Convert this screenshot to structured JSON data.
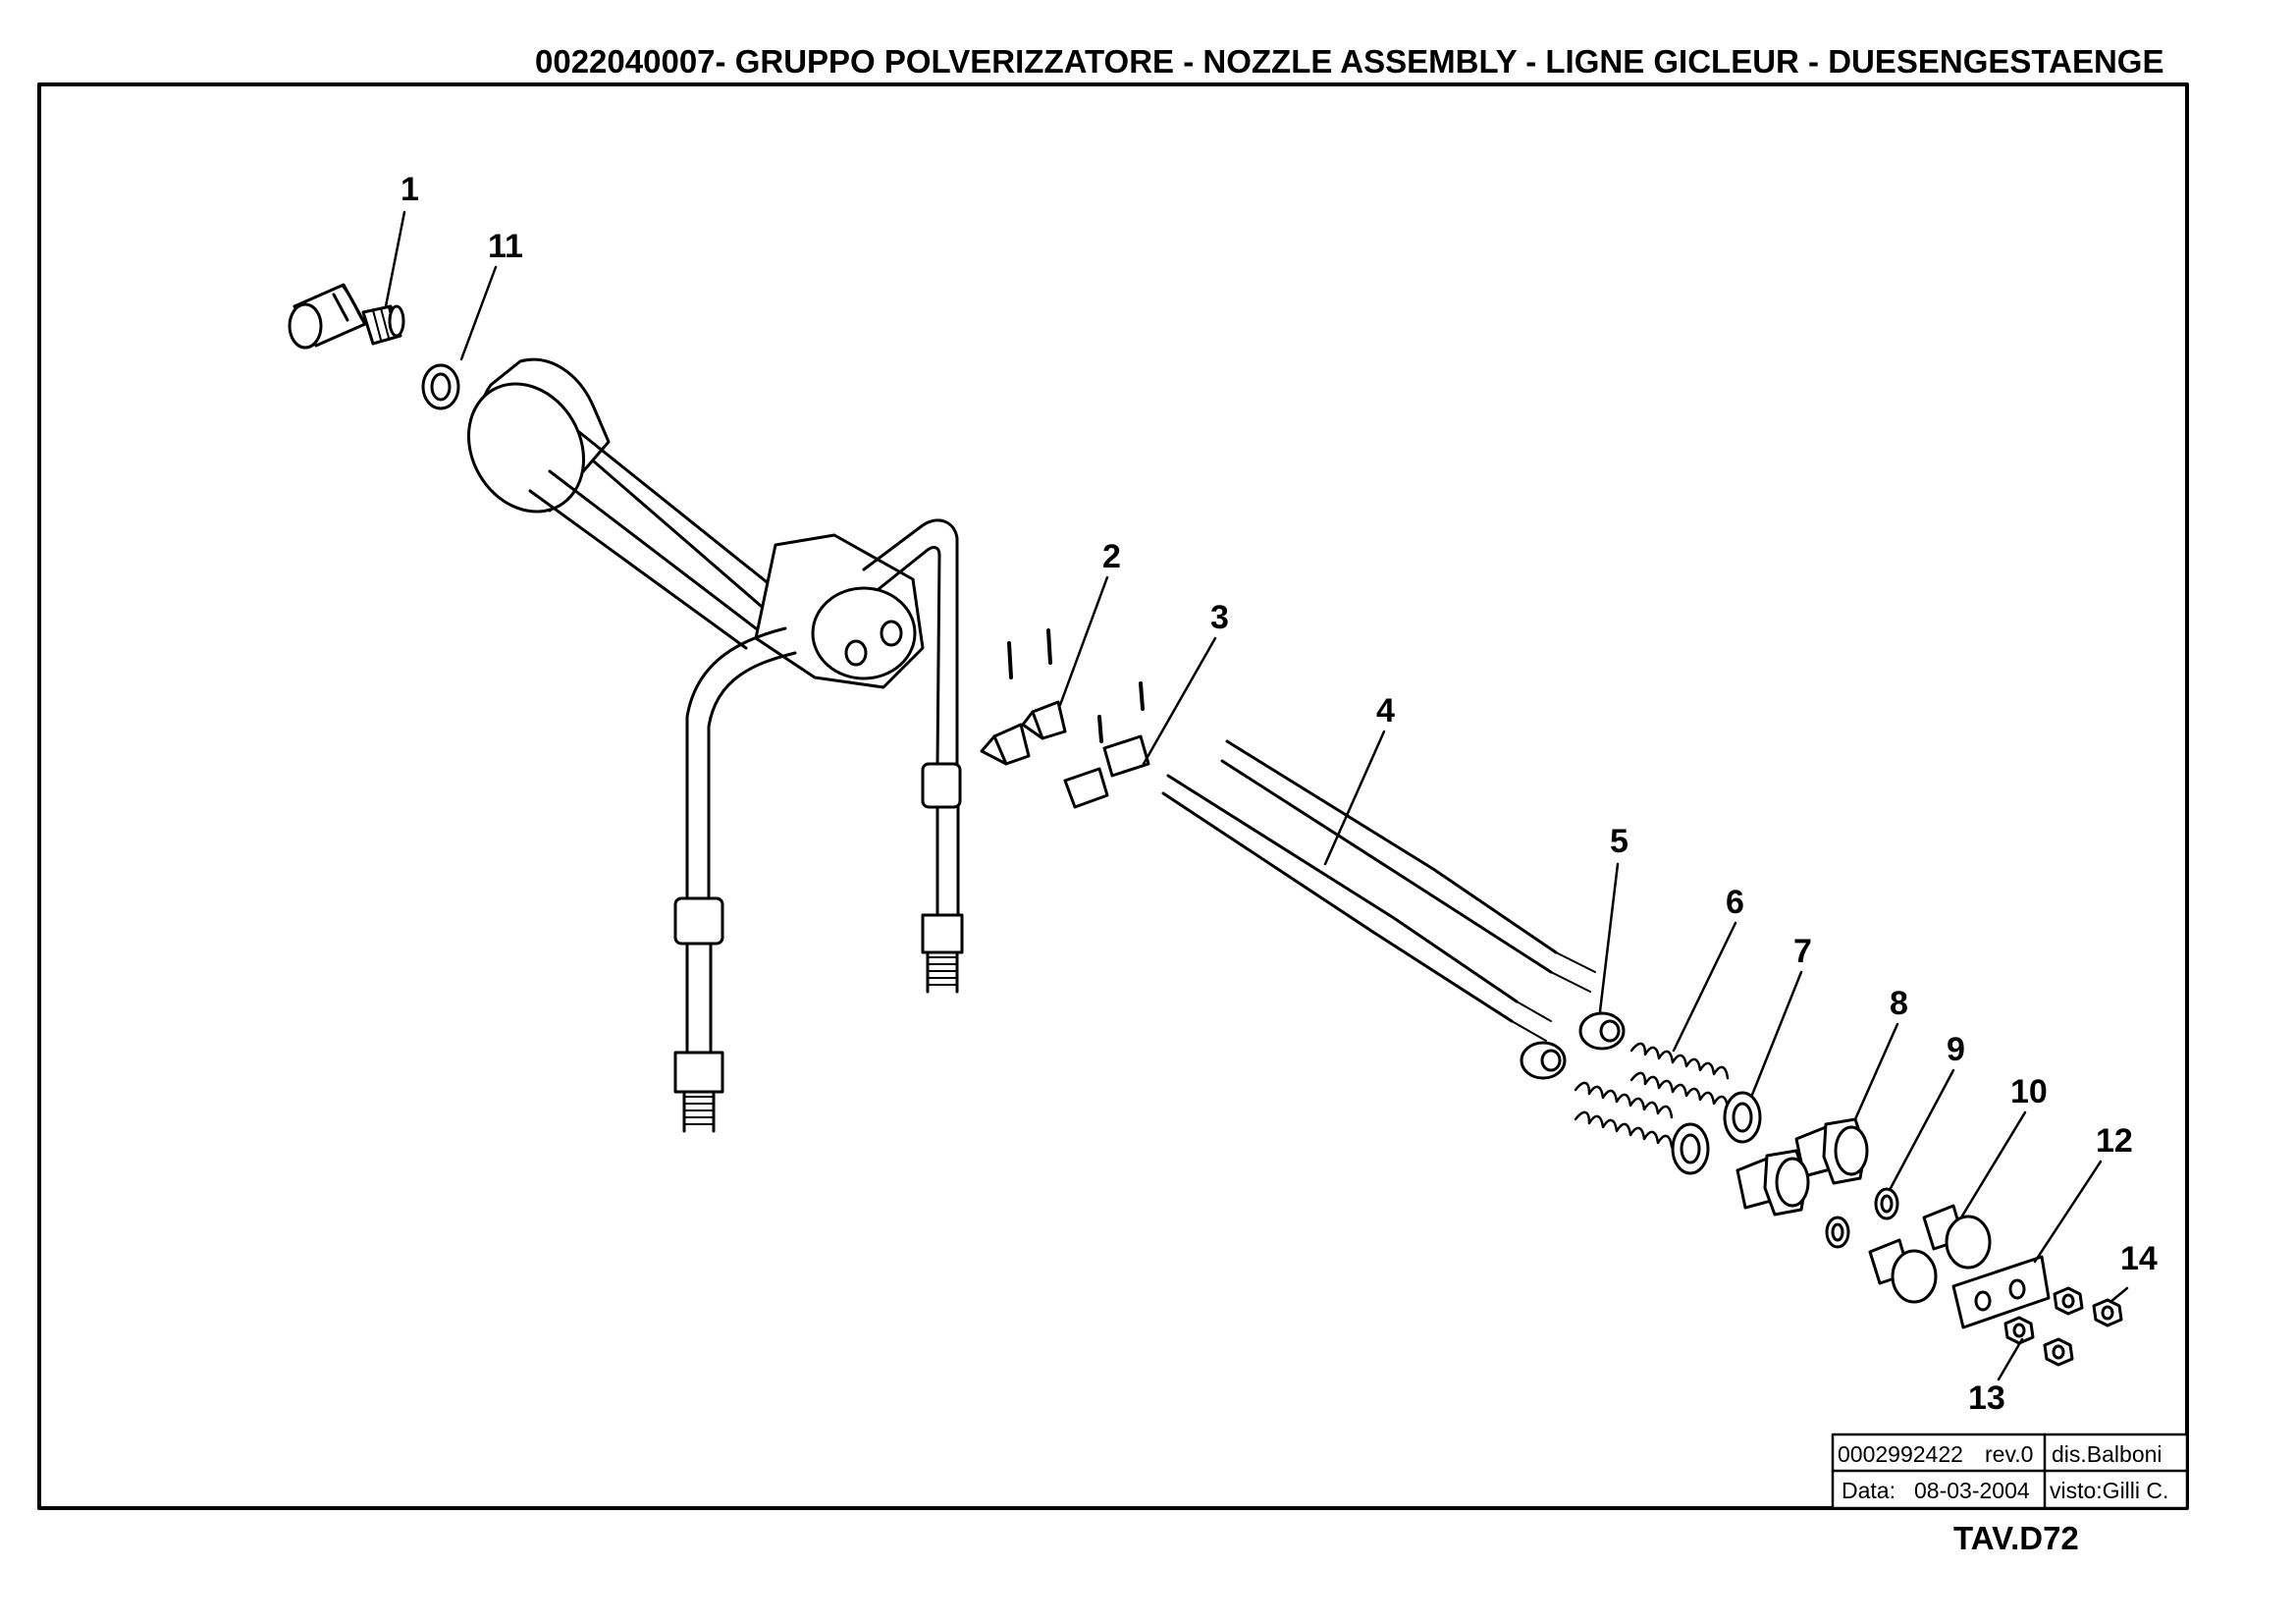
{
  "title": "0022040007-    GRUPPO  POLVERIZZATORE -  NOZZLE ASSEMBLY - LIGNE GICLEUR - DUESENGESTAENGE",
  "callouts": [
    "1",
    "2",
    "3",
    "4",
    "5",
    "6",
    "7",
    "8",
    "9",
    "10",
    "11",
    "12",
    "13",
    "14"
  ],
  "title_block": {
    "drawing_no": "0002992422",
    "rev": "rev.0",
    "designer": "dis.Balboni",
    "date_label": "Data:",
    "date": "08-03-2004",
    "checked": "visto:Gilli C."
  },
  "sheet": "TAV.D72"
}
